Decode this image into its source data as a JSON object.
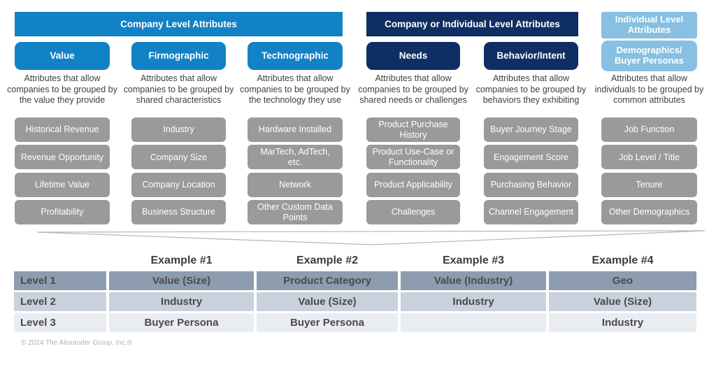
{
  "palette": {
    "bright_blue": "#1182c6",
    "navy": "#0f2e63",
    "light_blue": "#87c0e2",
    "gray_box": "#9a9a9a",
    "table_row_level1": "#8e9cb0",
    "table_row_level2": "#c9d1dc",
    "table_row_level3": "#e9ecf1"
  },
  "groups": {
    "company": {
      "title": "Company Level Attributes"
    },
    "company_or_individual": {
      "title": "Company or Individual Level Attributes"
    },
    "individual": {
      "title": "Individual Level Attributes"
    }
  },
  "columns": [
    {
      "label": "Value",
      "description": "Attributes that allow companies to be grouped by the value they provide",
      "items": [
        "Historical Revenue",
        "Revenue Opportunity",
        "Lifetime Value",
        "Profitability"
      ]
    },
    {
      "label": "Firmographic",
      "description": "Attributes that allow companies to be grouped by shared characteristics",
      "items": [
        "Industry",
        "Company Size",
        "Company Location",
        "Business Structure"
      ]
    },
    {
      "label": "Technographic",
      "description": "Attributes that allow companies to be grouped by the technology they use",
      "items": [
        "Hardware Installed",
        "MarTech, AdTech, etc.",
        "Network",
        "Other Custom Data Points"
      ]
    },
    {
      "label": "Needs",
      "description": "Attributes that allow companies to be grouped by shared needs or challenges",
      "items": [
        "Product Purchase History",
        "Product Use-Case or Functionality",
        "Product Applicability",
        "Challenges"
      ]
    },
    {
      "label": "Behavior/Intent",
      "description": "Attributes that allow companies to be grouped by behaviors they exhibiting",
      "items": [
        "Buyer Journey Stage",
        "Engagement Score",
        "Purchasing Behavior",
        "Channel Engagement"
      ]
    },
    {
      "label": "Demographics/ Buyer Personas",
      "description": "Attributes that allow individuals to be grouped by common attributes",
      "items": [
        "Job Function",
        "Job Level / Title",
        "Tenure",
        "Other Demographics"
      ]
    }
  ],
  "table": {
    "headers": [
      "Example #1",
      "Example #2",
      "Example #3",
      "Example #4"
    ],
    "rows": [
      {
        "label": "Level 1",
        "cells": [
          "Value (Size)",
          "Product Category",
          "Value (Industry)",
          "Geo"
        ]
      },
      {
        "label": "Level 2",
        "cells": [
          "Industry",
          "Value (Size)",
          "Industry",
          "Value (Size)"
        ]
      },
      {
        "label": "Level 3",
        "cells": [
          "Buyer Persona",
          "Buyer Persona",
          "",
          "Industry"
        ]
      }
    ]
  },
  "footer": "© 2024 The Alexander Group, Inc.®"
}
